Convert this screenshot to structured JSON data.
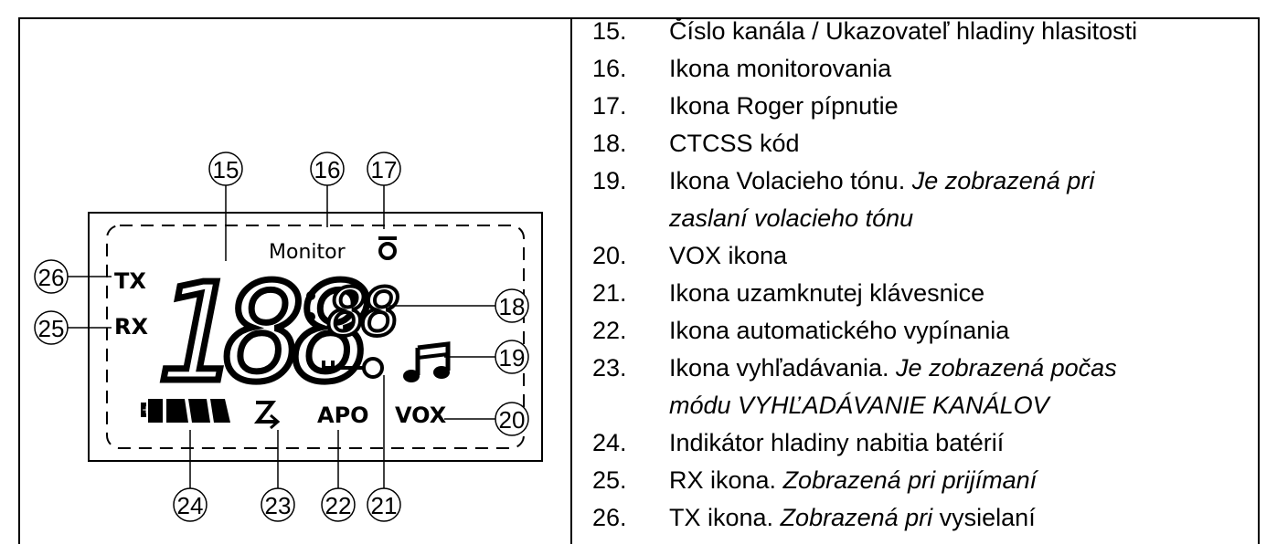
{
  "lcd": {
    "digits_channel": "188",
    "colon": ":",
    "digits_code": "88",
    "monitor": "Monitor",
    "tx": "TX",
    "rx": "RX",
    "apo": "APO",
    "vox": "VOX",
    "callouts": [
      "15",
      "16",
      "17",
      "18",
      "19",
      "20",
      "21",
      "22",
      "23",
      "24",
      "25",
      "26"
    ]
  },
  "legend": [
    {
      "num": "15.",
      "text": "Číslo kanála / Ukazovateľ hladiny hlasitosti",
      "italic": ""
    },
    {
      "num": "16.",
      "text": "Ikona monitorovania",
      "italic": ""
    },
    {
      "num": "17.",
      "text": "Ikona Roger pípnutie",
      "italic": ""
    },
    {
      "num": "18.",
      "text": "CTCSS kód",
      "italic": ""
    },
    {
      "num": "19.",
      "text": "Ikona Volacieho tónu. ",
      "italic": "Je zobrazená pri"
    },
    {
      "num": "",
      "text": "",
      "italic": "zaslaní volacieho tónu"
    },
    {
      "num": "20.",
      "text": "VOX ikona",
      "italic": ""
    },
    {
      "num": "21.",
      "text": "Ikona uzamknutej klávesnice",
      "italic": ""
    },
    {
      "num": "22.",
      "text": "Ikona automatického vypínania",
      "italic": ""
    },
    {
      "num": "23.",
      "text": "Ikona vyhľadávania. ",
      "italic": "Je zobrazená počas"
    },
    {
      "num": "",
      "text": "",
      "italic": "módu VYHĽADÁVANIE KANÁLOV"
    },
    {
      "num": "24.",
      "text": "Indikátor hladiny nabitia batérií",
      "italic": ""
    },
    {
      "num": "25.",
      "text": "RX ikona. ",
      "italic": "Zobrazená pri prijímaní"
    },
    {
      "num": "26.",
      "text": "TX ikona. ",
      "italic": "Zobrazená pri",
      "tail": " vysielaní"
    }
  ]
}
